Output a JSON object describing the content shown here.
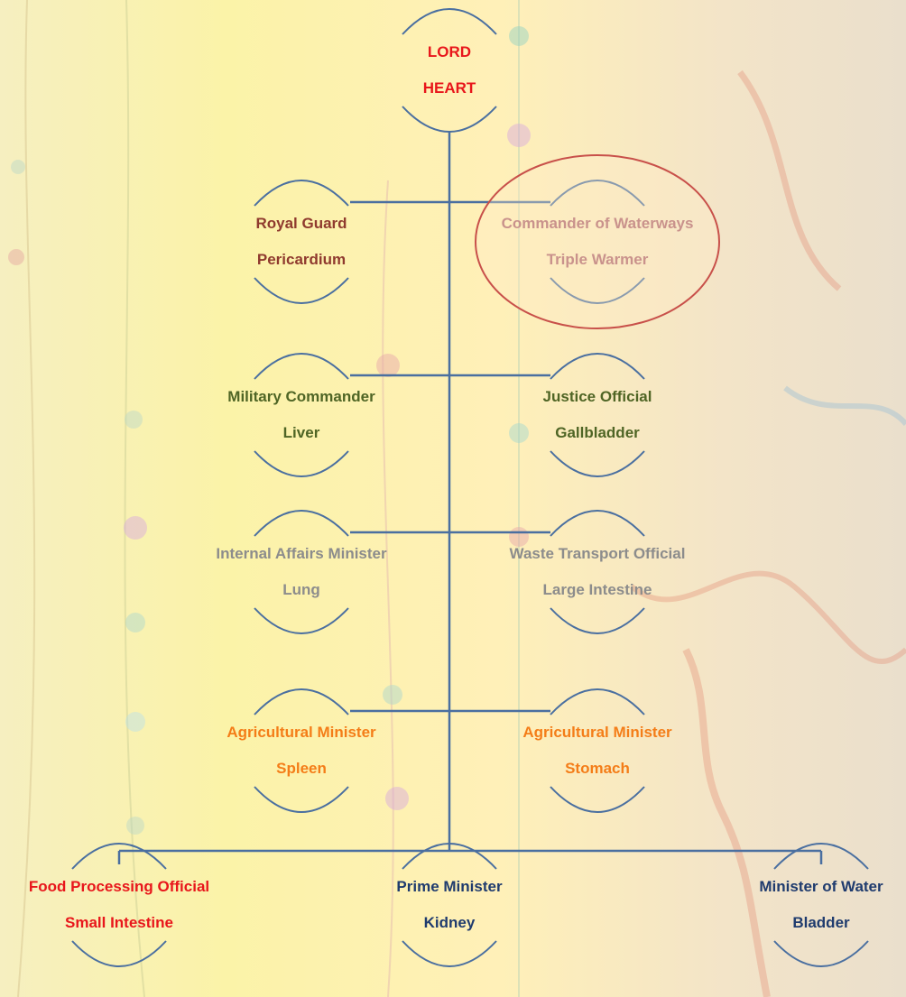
{
  "colors": {
    "connector": "#4a6fa0",
    "red": "#e8161b",
    "maroon": "#8f3a2e",
    "faded_rose": "#c9928c",
    "olive": "#4f6525",
    "gray": "#8c8c8c",
    "orange": "#f47d18",
    "navy": "#1f3b6e",
    "highlight_ring": "#c8504a"
  },
  "nodes": [
    {
      "id": "lord-heart",
      "title": "LORD",
      "organ": "HEART",
      "color": "red"
    },
    {
      "id": "royal-guard",
      "title": "Royal Guard",
      "organ": "Pericardium",
      "color": "maroon"
    },
    {
      "id": "commander-waterways",
      "title": "Commander of Waterways",
      "organ": "Triple Warmer",
      "color": "faded_rose",
      "highlighted": true
    },
    {
      "id": "military-commander",
      "title": "Military Commander",
      "organ": "Liver",
      "color": "olive"
    },
    {
      "id": "justice-official",
      "title": "Justice Official",
      "organ": "Gallbladder",
      "color": "olive"
    },
    {
      "id": "internal-affairs",
      "title": "Internal Affairs Minister",
      "organ": "Lung",
      "color": "gray"
    },
    {
      "id": "waste-transport",
      "title": "Waste Transport Official",
      "organ": "Large Intestine",
      "color": "gray"
    },
    {
      "id": "agricultural-spleen",
      "title": "Agricultural Minister",
      "organ": "Spleen",
      "color": "orange"
    },
    {
      "id": "agricultural-stomach",
      "title": "Agricultural Minister",
      "organ": "Stomach",
      "color": "orange"
    },
    {
      "id": "food-processing",
      "title": "Food Processing Official",
      "organ": "Small Intestine",
      "color": "red"
    },
    {
      "id": "prime-minister",
      "title": "Prime Minister",
      "organ": "Kidney",
      "color": "navy"
    },
    {
      "id": "minister-water",
      "title": "Minister of Water",
      "organ": "Bladder",
      "color": "navy"
    }
  ]
}
